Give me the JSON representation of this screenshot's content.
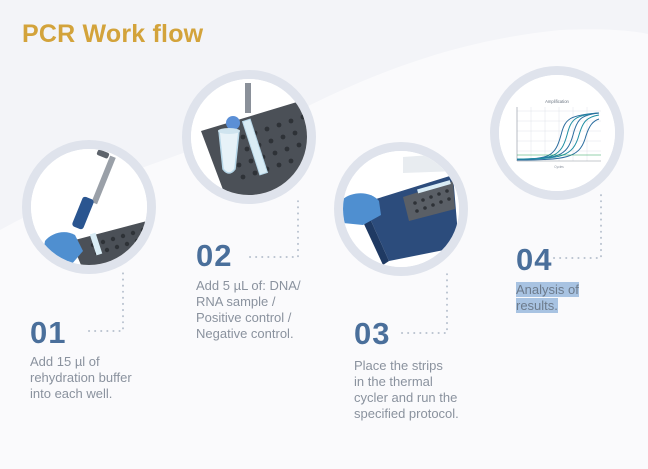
{
  "title": "PCR Work flow",
  "steps": [
    {
      "number": "01",
      "text": "Add 15 µl of\nrehydration buffer\ninto each well."
    },
    {
      "number": "02",
      "text": "Add 5 µL of: DNA/\nRNA sample /\nPositive control /\nNegative control."
    },
    {
      "number": "03",
      "text": "Place the strips\nin the thermal\ncycler and run the\nspecified protocol."
    },
    {
      "number": "04",
      "text": "Analysis of\nresults."
    }
  ],
  "chart": {
    "title": "Amplification",
    "xlabel": "Cycles"
  },
  "colors": {
    "accent": "#d3a33b",
    "number": "#4a6f9b",
    "text": "#8a929e",
    "selection": "#a8c3e2"
  }
}
